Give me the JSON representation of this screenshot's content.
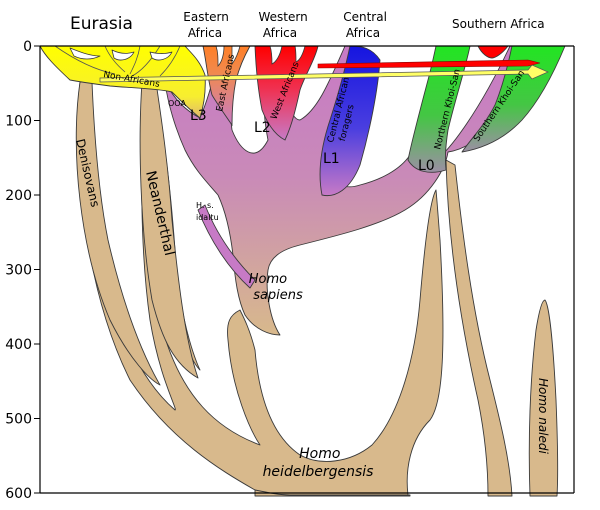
{
  "regions": {
    "eurasia": "Eurasia",
    "eastern_africa": [
      "Eastern",
      "Africa"
    ],
    "western_africa": [
      "Western",
      "Africa"
    ],
    "central_africa": [
      "Central",
      "Africa"
    ],
    "southern_africa": "Southern Africa"
  },
  "y_axis": {
    "ticks": [
      "0",
      "100",
      "200",
      "300",
      "400",
      "500",
      "600"
    ]
  },
  "labels": {
    "non_africans": "Non-Africans",
    "ooa": "OOA",
    "east_africans": "East Africans",
    "west_africans": "West Africans",
    "central_african_foragers": [
      "Central African",
      "foragers"
    ],
    "northern_khoi_san": "Northern Khoi-San",
    "southern_khoi_san": "Southern Khoi-San",
    "l3": "L3",
    "l2": "L2",
    "l1": "L1",
    "l0": "L0",
    "denisovans": "Denisovans",
    "neanderthal": "Neanderthal",
    "h_s_idaltu": [
      "H. s.",
      "idaltu"
    ],
    "homo_sapiens": [
      "Homo",
      "sapiens"
    ],
    "homo_heidelbergensis": [
      "Homo",
      "heidelbergensis"
    ],
    "homo_naledi": "Homo naledi"
  },
  "colors": {
    "archaic": "#d8b98c",
    "sapiens": "#c77ac6",
    "non_african": "#ffff00",
    "east_african": "#ff7f27",
    "west_african": "#ff0000",
    "central_african": "#2b2bd9",
    "khoisan": "#22e522",
    "migration_arrow": "#e02020",
    "migration_arrow_fill": "#ffff66"
  }
}
